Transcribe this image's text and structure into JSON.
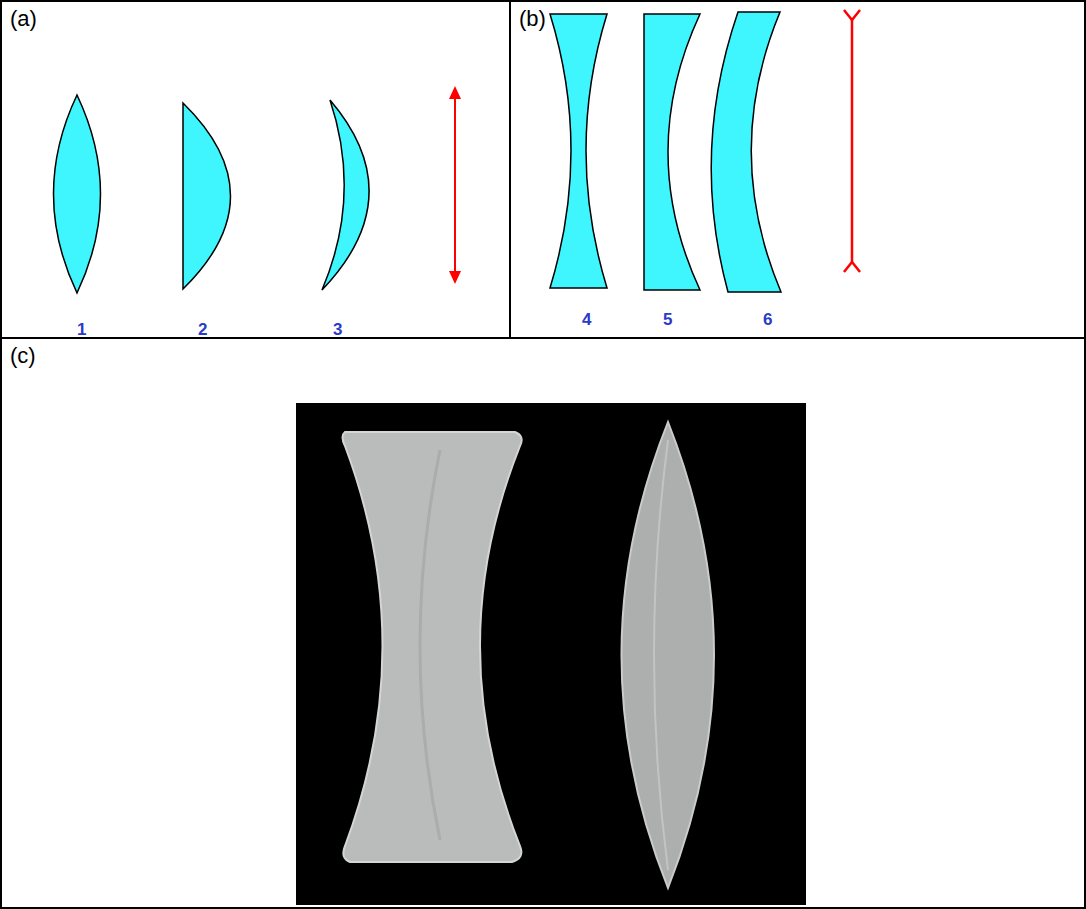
{
  "diagram": {
    "nodes": [
      {
        "text": [
          "(a)"
        ]
      },
      {
        "text": [
          "(b)"
        ]
      },
      {
        "text": [
          "(c)"
        ]
      }
    ],
    "labels": [
      "1",
      "2",
      "3",
      "4",
      "5",
      "6"
    ]
  }
}
